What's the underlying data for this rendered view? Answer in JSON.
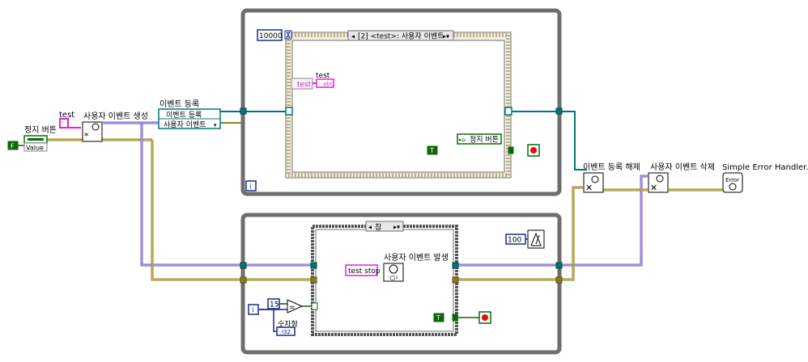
{
  "colors": {
    "loop": "#6e6e6e",
    "refnum": "#007777",
    "user_event": "#7a5fbf",
    "error": "#8b7d1a",
    "bool": "#0a6a0a",
    "string": "#e020e0",
    "numeric": "#1c2a8c",
    "stop": "#e01010"
  },
  "left": {
    "stop_button_label": "정지 버튼",
    "false_const": "F",
    "value_property": "Value",
    "test_label": "test",
    "create_event_label": "사용자 이벤트 생성",
    "register_label": "이벤트 등록",
    "register_row1": "이벤트 등록",
    "register_row2": "사용자 이벤트"
  },
  "top_loop": {
    "timeout_const": "10000",
    "case_selector": "[2] <test>: 사용자 이벤트",
    "test_label": "test",
    "test_node": "test",
    "abc_indicator": "abc",
    "stop_button_ref": "정지 버튼",
    "true_const": "T",
    "iteration": "i"
  },
  "bottom_loop": {
    "case_selector": "참",
    "generate_label": "사용자 이벤트 발생",
    "test_stop_const": "test stop",
    "wait_const": "100",
    "i15_const": "15",
    "numeric_label": "숫자형",
    "i32_indicator": "I32",
    "true_const": "T",
    "iteration": "i"
  },
  "right": {
    "unregister_label": "이벤트 등록 해제",
    "destroy_label": "사용자 이벤트 삭제",
    "error_handler_label": "Simple Error Handler.vi"
  }
}
